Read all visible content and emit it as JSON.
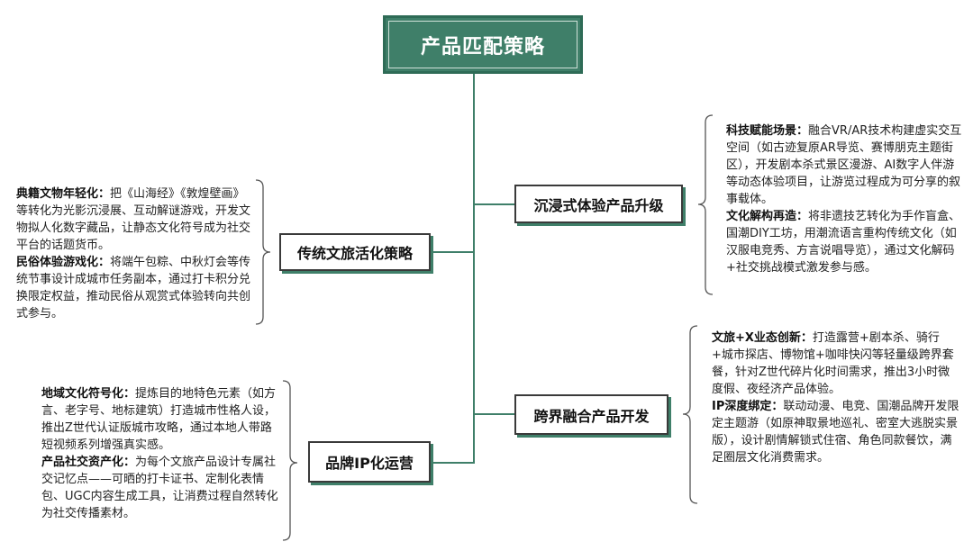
{
  "root": {
    "title": "产品匹配策略"
  },
  "nodes": {
    "traditional": "传统文旅活化策略",
    "immersive": "沉浸式体验产品升级",
    "brand_ip": "品牌IP化运营",
    "crossover": "跨界融合产品开发"
  },
  "details": {
    "traditional": [
      {
        "head": "典籍文物年轻化：",
        "body": "把《山海经》《敦煌壁画》等转化为光影沉浸展、互动解谜游戏，开发文物拟人化数字藏品，让静态文化符号成为社交平台的话题货币。"
      },
      {
        "head": "民俗体验游戏化：",
        "body": "将端午包粽、中秋灯会等传统节事设计成城市任务副本，通过打卡积分兑换限定权益，推动民俗从观赏式体验转向共创式参与。"
      }
    ],
    "immersive": [
      {
        "head": "科技赋能场景：",
        "body": "融合VR/AR技术构建虚实交互空间（如古迹复原AR导览、赛博朋克主题街区），开发剧本杀式景区漫游、AI数字人伴游等动态体验项目，让游览过程成为可分享的叙事载体。"
      },
      {
        "head": "文化解构再造：",
        "body": "将非遗技艺转化为手作盲盒、国潮DIY工坊，用潮流语言重构传统文化（如汉服电竞秀、方言说唱导览），通过文化解码+社交挑战模式激发参与感。"
      }
    ],
    "brand_ip": [
      {
        "head": "地域文化符号化：",
        "body": "提炼目的地特色元素（如方言、老字号、地标建筑）打造城市性格人设，推出Z世代认证版城市攻略，通过本地人带路短视频系列增强真实感。"
      },
      {
        "head": "产品社交资产化：",
        "body": "为每个文旅产品设计专属社交记忆点——可晒的打卡证书、定制化表情包、UGC内容生成工具，让消费过程自然转化为社交传播素材。"
      }
    ],
    "crossover": [
      {
        "head": "文旅+X业态创新：",
        "body": "打造露营+剧本杀、骑行+城市探店、博物馆+咖啡快闪等轻量级跨界套餐，针对Z世代碎片化时间需求，推出3小时微度假、夜经济产品体验。"
      },
      {
        "head": "IP深度绑定：",
        "body": "联动动漫、电竞、国潮品牌开发限定主题游（如原神取景地巡礼、密室大逃脱实景版），设计剧情解锁式住宿、角色同款餐饮，满足圈层文化消费需求。"
      }
    ]
  }
}
